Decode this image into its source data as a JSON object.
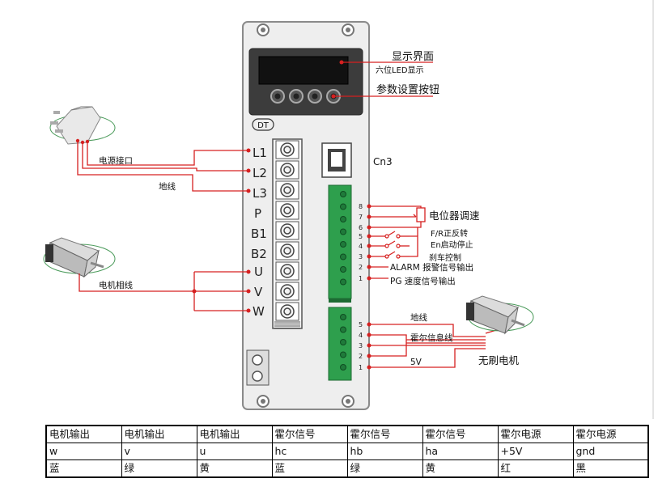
{
  "controller": {
    "logo": "DT",
    "display_label": "显示界面",
    "display_sub": "六位LED显示",
    "buttons_label": "参数设置按钮",
    "cn3_label": "Cn3",
    "power_terminals": [
      "L1",
      "L2",
      "L3"
    ],
    "mid_terminals": [
      "P",
      "B1",
      "B2"
    ],
    "motor_terminals": [
      "U",
      "V",
      "W"
    ]
  },
  "power_plug": {
    "interface_label": "电源接口",
    "ground_label": "地线"
  },
  "motor_left": {
    "label": "电机相线"
  },
  "control_connector": {
    "pins": [
      {
        "num": "8"
      },
      {
        "num": "7"
      },
      {
        "num": "6"
      },
      {
        "num": "5"
      },
      {
        "num": "4"
      },
      {
        "num": "3"
      },
      {
        "num": "2",
        "label": "ALARM 报警信号输出"
      },
      {
        "num": "1",
        "label": "PG 速度信号输出"
      }
    ],
    "pot_label": "电位器调速",
    "fr_label": "F/R正反转",
    "en_label": "En启动停止",
    "brake_label": "刹车控制"
  },
  "hall_connector": {
    "pins": [
      "5",
      "4",
      "3",
      "2",
      "1"
    ],
    "ground_label": "地线",
    "hall_label": "霍尔信息线",
    "v5_label": "5V",
    "motor_label": "无刷电机"
  },
  "wire_table": {
    "rows": [
      [
        "电机输出",
        "电机输出",
        "电机输出",
        "霍尔信号",
        "霍尔信号",
        "霍尔信号",
        "霍尔电源",
        "霍尔电源"
      ],
      [
        "w",
        "v",
        "u",
        "hc",
        "hb",
        "ha",
        "+5V",
        "gnd"
      ],
      [
        "蓝",
        "绿",
        "黄",
        "蓝",
        "绿",
        "黄",
        "红",
        "黑"
      ]
    ]
  }
}
